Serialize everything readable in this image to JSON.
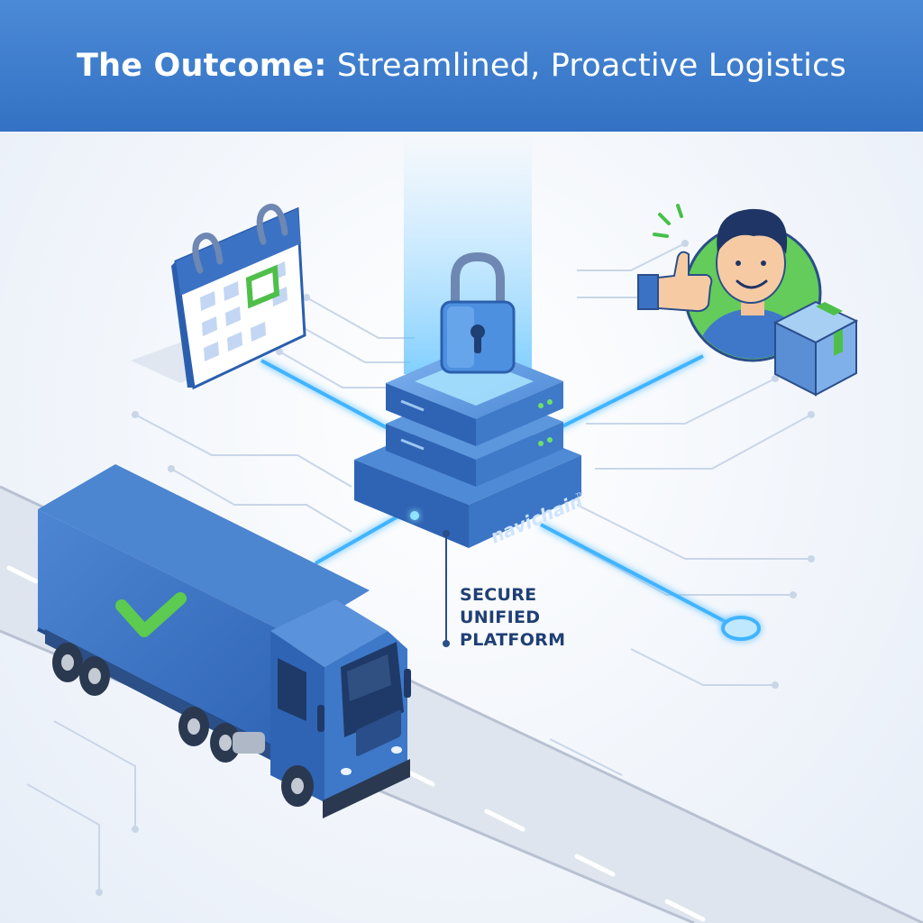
{
  "header": {
    "title_bold": "The Outcome:",
    "title_rest": " Streamlined, Proactive Logistics"
  },
  "platform": {
    "brand": "navichain",
    "trademark": "TM",
    "label_lines": [
      "SECURE",
      "UNIFIED",
      "PLATFORM"
    ]
  },
  "colors": {
    "banner": "#3a78c9",
    "primary_blue": "#3b6fbf",
    "glow": "#3fb4ff",
    "accent_green": "#5ccb4f",
    "road": "#b9c3d3"
  },
  "icons": [
    "calendar-icon",
    "padlock-icon",
    "server-stack-icon",
    "customer-thumbs-up-icon",
    "package-box-icon",
    "delivery-truck-icon",
    "checkmark-icon"
  ]
}
